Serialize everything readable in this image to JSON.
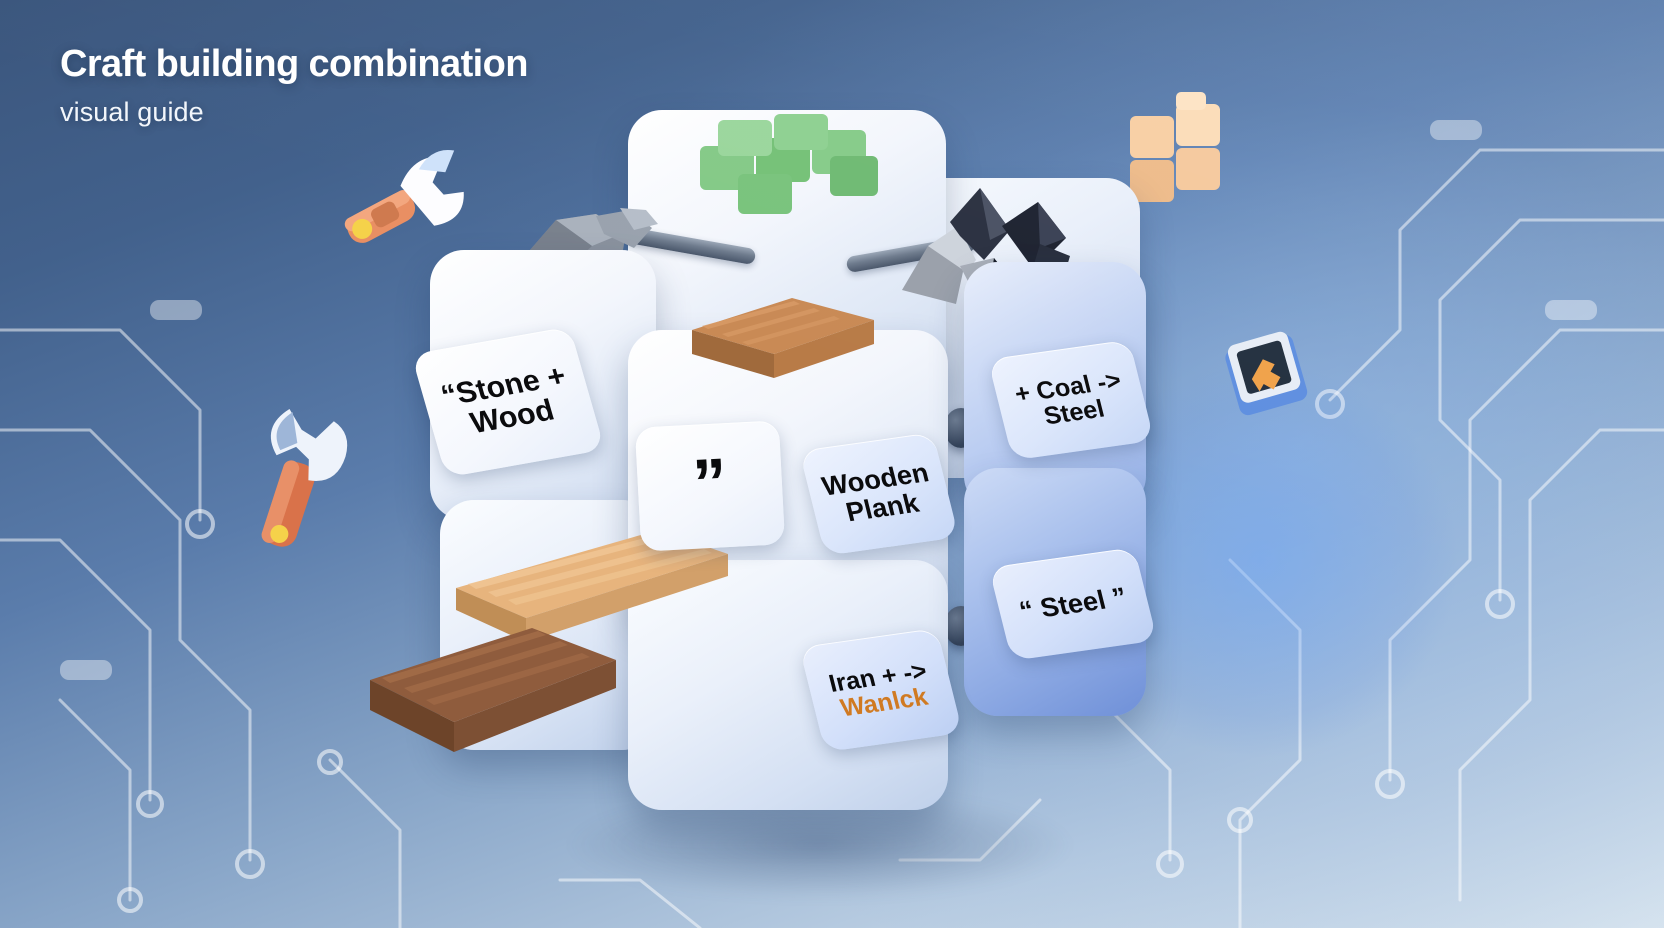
{
  "headline": {
    "title": "Craft building combination",
    "subtitle": "visual guide"
  },
  "colors": {
    "background_top": "#3b567d",
    "background_bottom": "#d7e4ef",
    "accent_blue": "#6f90d8",
    "accent_orange": "#d07a22",
    "rod_gold": "#f2a93c",
    "rod_steel": "#6e7b8d",
    "grass_green": "#7cc47f",
    "plank_tan": "#e0b07a",
    "plank_brown": "#8b5a3c",
    "stone_gray": "#8f97a3",
    "coal_black": "#1d2230",
    "voxel_peach": "#f6c79a",
    "label_text": "#0b0b0d"
  },
  "cube": {
    "faces": [
      {
        "id": "stone-wood",
        "label_line1": "“Stone +",
        "label_line2": "Wood",
        "tone": "light"
      },
      {
        "id": "quote-mark",
        "label_line1": "”",
        "label_line2": "",
        "tone": "light"
      },
      {
        "id": "wooden-plank",
        "label_line1": "Wooden",
        "label_line2": "Plank",
        "tone": "bluish"
      },
      {
        "id": "coal-steel",
        "label_line1": "+ Coal ->",
        "label_line2": "Steel",
        "tone": "bluish"
      },
      {
        "id": "steel",
        "label_line1": "“ Steel ”",
        "label_line2": "",
        "tone": "bluish2"
      },
      {
        "id": "iran-wanlck",
        "label_line1": "Iran + ->",
        "label_line2": "Wanlck",
        "tone": "bluish2"
      }
    ]
  },
  "props": {
    "grass_blocks": "grass-block-cluster",
    "stone_rocks": "stone-rock-cluster",
    "coal_shards": "coal-ore-cluster",
    "planks_top": "wooden-plank-stack-top",
    "planks_tan": "wooden-plank-stack-tan",
    "planks_brown": "wooden-plank-stack-brown"
  },
  "decorations": {
    "wrench_upper": "wrench-icon",
    "wrench_left": "wrench-icon",
    "voxel_cluster": "voxel-cube-cluster-icon",
    "keycap": "pickaxe-keycap-icon"
  }
}
